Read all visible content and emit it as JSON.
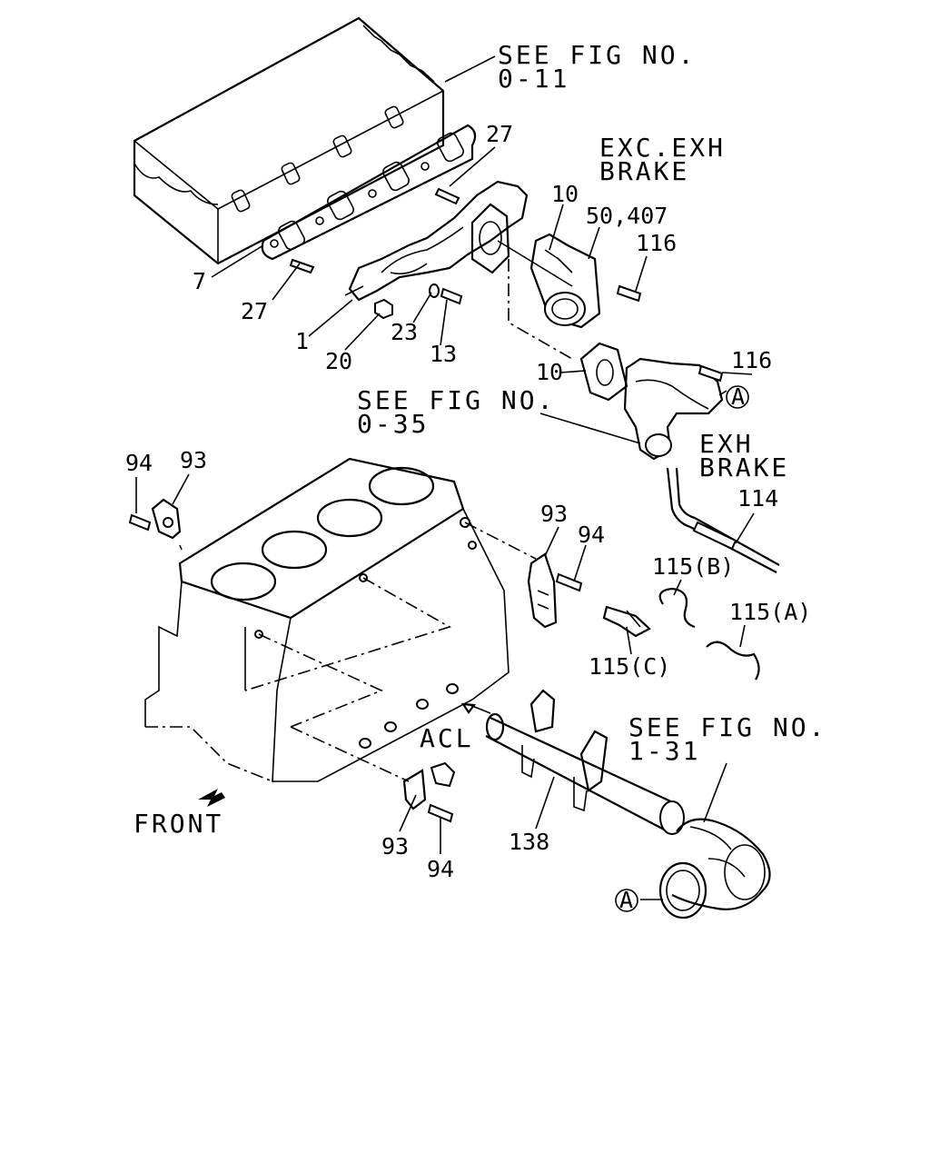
{
  "callouts": {
    "see_fig_0_11": [
      "SEE FIG NO.",
      "0-11"
    ],
    "exc_exh_brake": [
      "EXC.EXH",
      "BRAKE"
    ],
    "see_fig_0_35": [
      "SEE FIG NO.",
      "0-35"
    ],
    "exh_brake": [
      "EXH",
      "BRAKE"
    ],
    "see_fig_1_31": [
      "SEE FIG NO.",
      "1-31"
    ],
    "acl": "ACL",
    "front": "FRONT",
    "ref_a": "A"
  },
  "part_numbers": {
    "p27_top": "27",
    "p27_bottom": "27",
    "p7": "7",
    "p1": "1",
    "p20": "20",
    "p23": "23",
    "p13": "13",
    "p10_top": "10",
    "p10_mid": "10",
    "p50_407": "50,407",
    "p116_top": "116",
    "p116_mid": "116",
    "p114": "114",
    "p115b": "115(B)",
    "p115a": "115(A)",
    "p115c": "115(C)",
    "p94_left": "94",
    "p93_left": "93",
    "p93_mid": "93",
    "p94_mid": "94",
    "p93_bottom": "93",
    "p94_bottom": "94",
    "p138": "138"
  }
}
